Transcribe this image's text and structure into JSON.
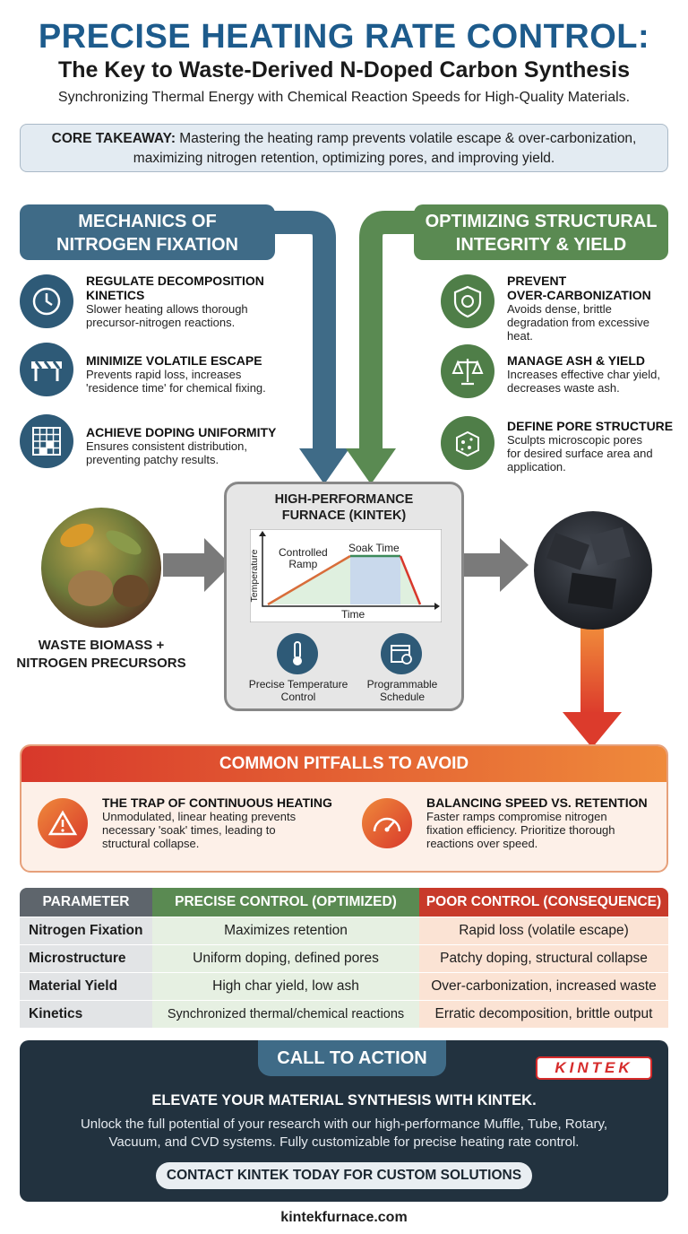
{
  "header": {
    "title": "PRECISE HEATING RATE CONTROL:",
    "subtitle": "The Key to Waste-Derived N-Doped Carbon Synthesis",
    "tagline": "Synchronizing Thermal Energy with Chemical Reaction Speeds for High-Quality Materials."
  },
  "core": {
    "label": "CORE TAKEAWAY:",
    "text1": " Mastering the heating ramp prevents volatile escape & over-carbonization,",
    "text2": "maximizing nitrogen retention, optimizing pores, and improving yield."
  },
  "left": {
    "title1": "MECHANICS OF",
    "title2": "NITROGEN FIXATION",
    "items": [
      {
        "t1": "REGULATE DECOMPOSITION",
        "t2": "KINETICS",
        "d1": "Slower heating allows thorough",
        "d2": "precursor-nitrogen reactions.",
        "icon": "clock-icon"
      },
      {
        "t1": "MINIMIZE VOLATILE ESCAPE",
        "d1": "Prevents rapid loss, increases",
        "d2": "'residence time' for chemical fixing.",
        "icon": "barrier-icon"
      },
      {
        "t1": "ACHIEVE DOPING UNIFORMITY",
        "d1": "Ensures consistent distribution,",
        "d2": "preventing patchy results.",
        "icon": "grid-icon"
      }
    ]
  },
  "right": {
    "title1": "OPTIMIZING STRUCTURAL",
    "title2": "INTEGRITY & YIELD",
    "items": [
      {
        "t1": "PREVENT",
        "t2": "OVER-CARBONIZATION",
        "d1": "Avoids dense, brittle",
        "d2": "degradation from excessive",
        "d3": "heat.",
        "icon": "shield-molecule-icon"
      },
      {
        "t1": "MANAGE ASH & YIELD",
        "d1": "Increases effective char yield,",
        "d2": "decreases waste ash.",
        "icon": "balance-scale-icon"
      },
      {
        "t1": "DEFINE PORE STRUCTURE",
        "d1": "Sculpts microscopic pores",
        "d2": "for desired surface area and",
        "d3": "application.",
        "icon": "porous-cube-icon"
      }
    ]
  },
  "furnace": {
    "title1": "HIGH-PERFORMANCE",
    "title2": "FURNACE (KINTEK)",
    "ramp1": "Controlled",
    "ramp2": "Ramp",
    "soak": "Soak Time",
    "ylabel": "Temperature",
    "xlabel": "Time",
    "ctrl1a": "Precise Temperature",
    "ctrl1b": "Control",
    "ctrl2a": "Programmable",
    "ctrl2b": "Schedule"
  },
  "input": {
    "l1": "WASTE BIOMASS +",
    "l2": "NITROGEN PRECURSORS"
  },
  "pitfalls": {
    "title": "COMMON PITFALLS TO AVOID",
    "items": [
      {
        "t": "THE TRAP OF CONTINUOUS HEATING",
        "d1": "Unmodulated, linear heating prevents",
        "d2": "necessary 'soak' times, leading to",
        "d3": "structural collapse.",
        "icon": "warning-icon"
      },
      {
        "t": "BALANCING SPEED VS. RETENTION",
        "d1": "Faster ramps compromise nitrogen",
        "d2": "fixation efficiency. Prioritize thorough",
        "d3": "reactions over speed.",
        "icon": "speedometer-icon"
      }
    ]
  },
  "table": {
    "headers": [
      "PARAMETER",
      "PRECISE CONTROL (OPTIMIZED)",
      "POOR CONTROL (CONSEQUENCE)"
    ],
    "rows": [
      [
        "Nitrogen Fixation",
        "Maximizes retention",
        "Rapid loss (volatile escape)"
      ],
      [
        "Microstructure",
        "Uniform doping, defined pores",
        "Patchy doping, structural collapse"
      ],
      [
        "Material Yield",
        "High char yield, low ash",
        "Over-carbonization, increased waste"
      ],
      [
        "Kinetics",
        "Synchronized thermal/chemical reactions",
        "Erratic decomposition, brittle output"
      ]
    ]
  },
  "cta": {
    "tab": "CALL TO ACTION",
    "logo": "KINTEK",
    "headline": "ELEVATE YOUR MATERIAL SYNTHESIS WITH KINTEK.",
    "body1": "Unlock the full potential of your research with our high-performance Muffle, Tube, Rotary,",
    "body2": "Vacuum, and CVD systems. Fully customizable for precise heating rate control.",
    "button": "CONTACT KINTEK TODAY FOR CUSTOM SOLUTIONS"
  },
  "footer": {
    "url": "kintekfurnace.com"
  },
  "colors": {
    "blue": "#2e5a77",
    "green": "#4f7e48",
    "red": "#d8382b",
    "orange": "#ef8a3b",
    "navy": "#22323f"
  }
}
